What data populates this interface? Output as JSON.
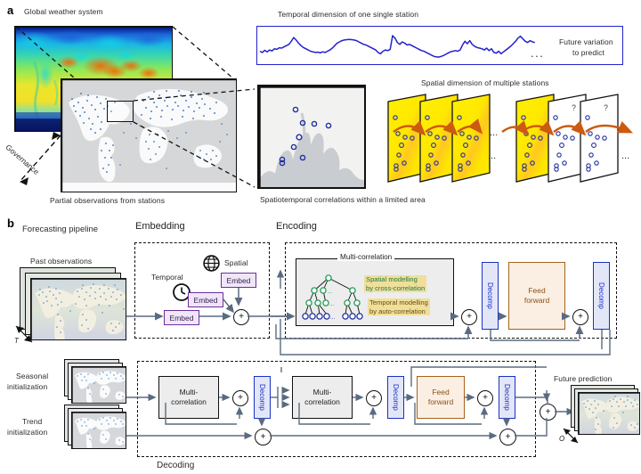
{
  "figure": {
    "panel_a_letter": "a",
    "panel_b_letter": "b"
  },
  "panel_a": {
    "global_weather_title": "Global weather system",
    "governance_label": "Governance",
    "stations_caption": "Partial observations from stations",
    "temporal_title": "Temporal dimension of one single station",
    "future_variation_line1": "Future variation",
    "future_variation_line2": "to predict",
    "series_ellipsis": "...",
    "spatiotemporal_caption": "Spatiotemporal correlations within a limited area",
    "spatial_title": "Spatial dimension of multiple stations",
    "unknown_marker": "?",
    "ellipsis_mid": "...",
    "ellipsis_right": "..."
  },
  "panel_b": {
    "pipeline_title": "Forecasting pipeline",
    "embedding_title": "Embedding",
    "encoding_title": "Encoding",
    "decoding_title": "Decoding",
    "past_observations": "Past observations",
    "seasonal_init_line1": "Seasonal",
    "seasonal_init_line2": "initialization",
    "trend_init_line1": "Trend",
    "trend_init_line2": "initialization",
    "future_prediction": "Future prediction",
    "past_length_label": "T",
    "future_length_label": "O",
    "temporal_label": "Temporal",
    "spatial_label": "Spatial",
    "embed_label": "Embed",
    "decomp_label": "Decomp",
    "feed_forward_line1": "Feed",
    "feed_forward_line2": "forward",
    "multi_correlation_label": "Multi-correlation",
    "multi_correlation_line1": "Multi-",
    "multi_correlation_line2": "correlation",
    "spatial_modelling_line1": "Spatial modelling",
    "spatial_modelling_line2": "by cross-correlation",
    "temporal_modelling_line1": "Temporal modelling",
    "temporal_modelling_line2": "by auto-correlation",
    "plus_symbol": "+",
    "icons": {
      "clock": "clock-icon",
      "globe": "globe-icon"
    }
  },
  "colors": {
    "embed_fill": "#efe6f7",
    "embed_border": "#6b2fa0",
    "decomp_fill": "#e3e6f7",
    "decomp_border": "#1a32c4",
    "feedforward_fill": "#fbeee3",
    "feedforward_border": "#a5641b",
    "multicorrelation_fill": "#ededed",
    "multicorrelation_border": "#111111",
    "highlight_yellow": "#efdf9a",
    "spatial_text_green": "#1f7a43",
    "temporal_text_brown": "#6d4a12",
    "timeseries_blue": "#2222cc",
    "panel_yellow": "#ffee00",
    "arrow_orange": "#cc5a10",
    "station_marker": "#2b3bbd",
    "connector": "#5a6b80"
  },
  "chart_data": {
    "type": "line",
    "title": "Temporal dimension of one single station",
    "xlabel": "",
    "ylabel": "",
    "grid": false,
    "series": [
      {
        "name": "station-observation",
        "color": "#2222cc",
        "values": [
          0.3,
          0.26,
          0.33,
          0.28,
          0.34,
          0.31,
          0.38,
          0.36,
          0.41,
          0.4,
          0.44,
          0.48,
          0.52,
          0.62,
          0.74,
          0.66,
          0.56,
          0.48,
          0.42,
          0.38,
          0.34,
          0.3,
          0.28,
          0.26,
          0.27,
          0.25,
          0.28,
          0.26,
          0.3,
          0.34,
          0.4,
          0.48,
          0.56,
          0.6,
          0.64,
          0.66,
          0.67,
          0.68,
          0.67,
          0.66,
          0.64,
          0.6,
          0.56,
          0.52,
          0.5,
          0.46,
          0.42,
          0.38,
          0.34,
          0.26,
          0.22,
          0.3,
          0.34,
          0.32,
          0.36,
          0.8,
          0.72,
          0.58,
          0.52,
          0.6,
          0.56,
          0.5,
          0.52,
          0.48,
          0.44,
          0.4,
          0.36,
          0.32,
          0.3,
          0.26,
          0.22,
          0.18,
          0.14,
          0.12,
          0.11,
          0.13,
          0.16,
          0.2,
          0.24,
          0.28,
          0.3,
          0.32,
          0.3,
          0.34,
          0.5,
          0.62,
          0.54,
          0.64,
          0.52,
          0.46,
          0.42,
          0.4,
          0.38,
          0.34,
          0.4,
          0.32,
          0.38,
          0.26,
          0.24,
          0.3,
          0.22,
          0.28,
          0.34,
          0.4,
          0.46,
          0.54,
          0.62,
          0.72,
          0.78,
          0.7,
          0.62,
          0.58,
          0.64,
          0.6,
          0.58
        ]
      }
    ],
    "ylim": [
      0,
      1
    ],
    "annotations": [
      "Future variation to predict"
    ]
  }
}
